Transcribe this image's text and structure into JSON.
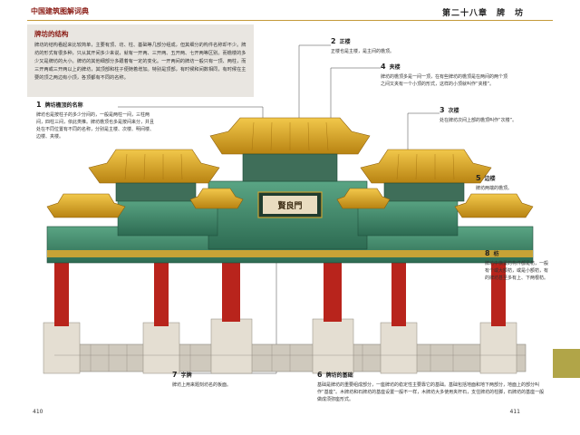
{
  "header": {
    "book_title": "中国建筑图解词典",
    "chapter": "第二十八章　牌　坊"
  },
  "intro": {
    "title": "牌坊的结构",
    "text": "牌坊的结构看起来比较简单，主要有顶、坊、柱、基础等几部分组成，但其细分的构件名称却不少。牌坊的形式有很多种，只从其开间多少来说，就有一开两、三开两、五开两、七开两等区别。而檐楼的多少又是牌坊的大小。牌坊的其他细部分多跟着有一定的变化。一开两间的牌坊一般只有一顶、两柱，而三开两或三开两以上的牌坊，其顶部和柱子便随着增加。特别是顶部，有时候和间数相同，有时候在主要的顶之两边有小顶，各顶都有不同的名称。"
  },
  "callouts": [
    {
      "num": "1",
      "title": "牌坊檐顶的名称",
      "text": "牌坊也是按柱子的多少分间的，一般是两柱一间，三柱两间，四柱三间，依此类推。牌坊檐顶也多是按间来分，并且处在不同位置有不同的名称，分别是主楼、次楼、明间楼、边楼、夹楼。"
    },
    {
      "num": "2",
      "title": "正楼",
      "text": "正楼也是主楼，是主间的檐顶。"
    },
    {
      "num": "4",
      "title": "夹楼",
      "text": "牌坊的檐顶多是一间一顶，在有些牌坊的檐顶是在两间的两个顶之间又夹有一个小顶的形式，这样的小顶就叫作“夹楼”。"
    },
    {
      "num": "3",
      "title": "次楼",
      "text": "处在牌坊次间上部的檐顶叫作“次楼”。"
    },
    {
      "num": "5",
      "title": "边楼",
      "text": "牌坊两端的檐顶。"
    },
    {
      "num": "8",
      "title": "枋",
      "text": "牌坊中横置的构件都是枋，一般有个或大额枋，或是小额枋，有的牌坊甚至多有上、下两根枋。"
    },
    {
      "num": "7",
      "title": "字牌",
      "text": "牌坊上用来题刻坊名的板面。"
    },
    {
      "num": "6",
      "title": "牌坊的基础",
      "text": "基础是牌坊的重要组成部分，一座牌坊的稳定性主要靠它的基础。基础包括地面和地下两部分，地面上的部分叫作“基座”。木牌坊和石牌坊的基座设置一般不一样，木牌坊大多使用夹杆石，支住牌坊的柱脚，石牌坊的基座一般做成须弥座形式。"
    }
  ],
  "plaque_text": "賢良門",
  "pages": {
    "left": "410",
    "right": "411"
  },
  "colors": {
    "accent": "#8a1b14",
    "roof": "#d9a520",
    "column": "#b8241c",
    "beam": "#3f8a6b",
    "tab": "#b1a548"
  }
}
